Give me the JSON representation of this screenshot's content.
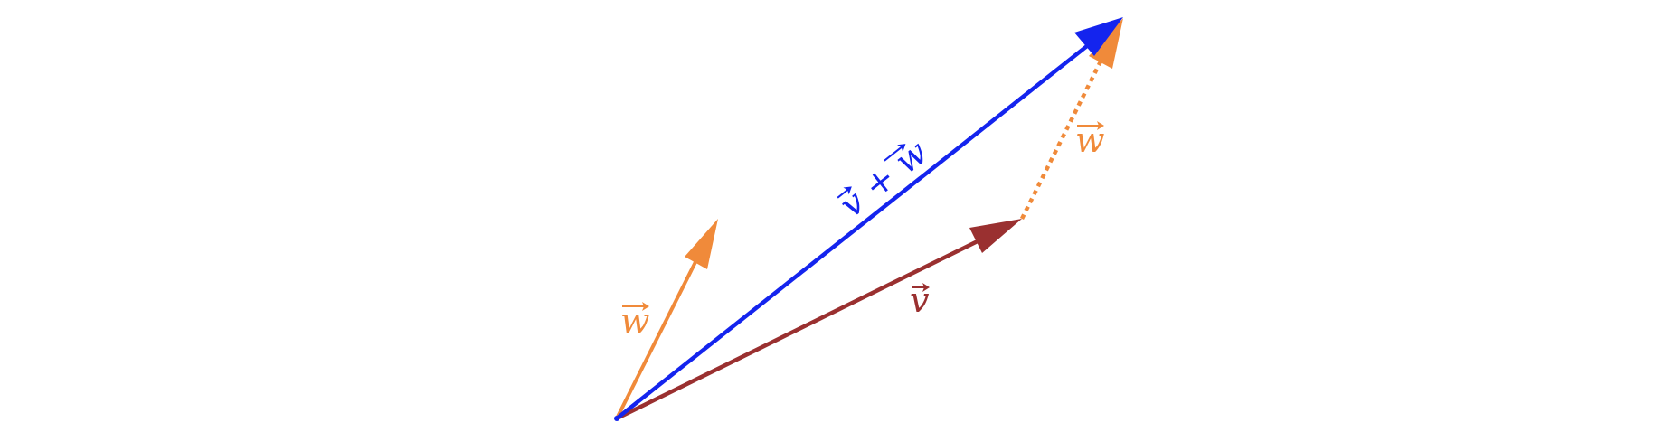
{
  "diagram": {
    "vectors": [
      {
        "id": "v",
        "label": "v",
        "color": "#9a3030",
        "style": "solid"
      },
      {
        "id": "w",
        "label": "w",
        "color": "#f08a3a",
        "style": "solid"
      },
      {
        "id": "w-translated",
        "label": "w",
        "color": "#f08a3a",
        "style": "dotted"
      },
      {
        "id": "v-plus-w",
        "label": "v + w",
        "color": "#1424ee",
        "style": "solid"
      }
    ]
  }
}
